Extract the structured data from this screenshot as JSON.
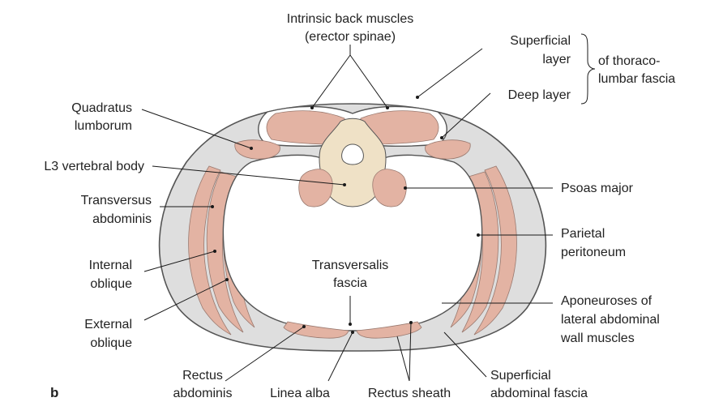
{
  "panel_letter": "b",
  "colors": {
    "muscle": "#e3b3a3",
    "muscle_stroke": "#9a7a70",
    "fascia_band": "#dedede",
    "fascia_stroke": "#555555",
    "vertebra": "#efe1c6",
    "peritoneum": "#ffffff"
  },
  "labels": {
    "intrinsic_1": "Intrinsic back muscles",
    "intrinsic_2": "(erector spinae)",
    "superficial_1": "Superficial",
    "superficial_2": "layer",
    "thoraco_1": "of thoraco-",
    "thoraco_2": "lumbar fascia",
    "deep_layer": "Deep layer",
    "quadratus_1": "Quadratus",
    "quadratus_2": "lumborum",
    "l3": "L3 vertebral body",
    "transversus_1": "Transversus",
    "transversus_2": "abdominis",
    "internal_1": "Internal",
    "internal_2": "oblique",
    "external_1": "External",
    "external_2": "oblique",
    "rectus_1": "Rectus",
    "rectus_2": "abdominis",
    "linea_alba": "Linea alba",
    "rectus_sheath": "Rectus sheath",
    "superficial_fascia_1": "Superficial",
    "superficial_fascia_2": "abdominal fascia",
    "transversalis_1": "Transversalis",
    "transversalis_2": "fascia",
    "psoas": "Psoas major",
    "parietal_1": "Parietal",
    "parietal_2": "peritoneum",
    "aponeuroses_1": "Aponeuroses of",
    "aponeuroses_2": "lateral abdominal",
    "aponeuroses_3": "wall muscles"
  }
}
